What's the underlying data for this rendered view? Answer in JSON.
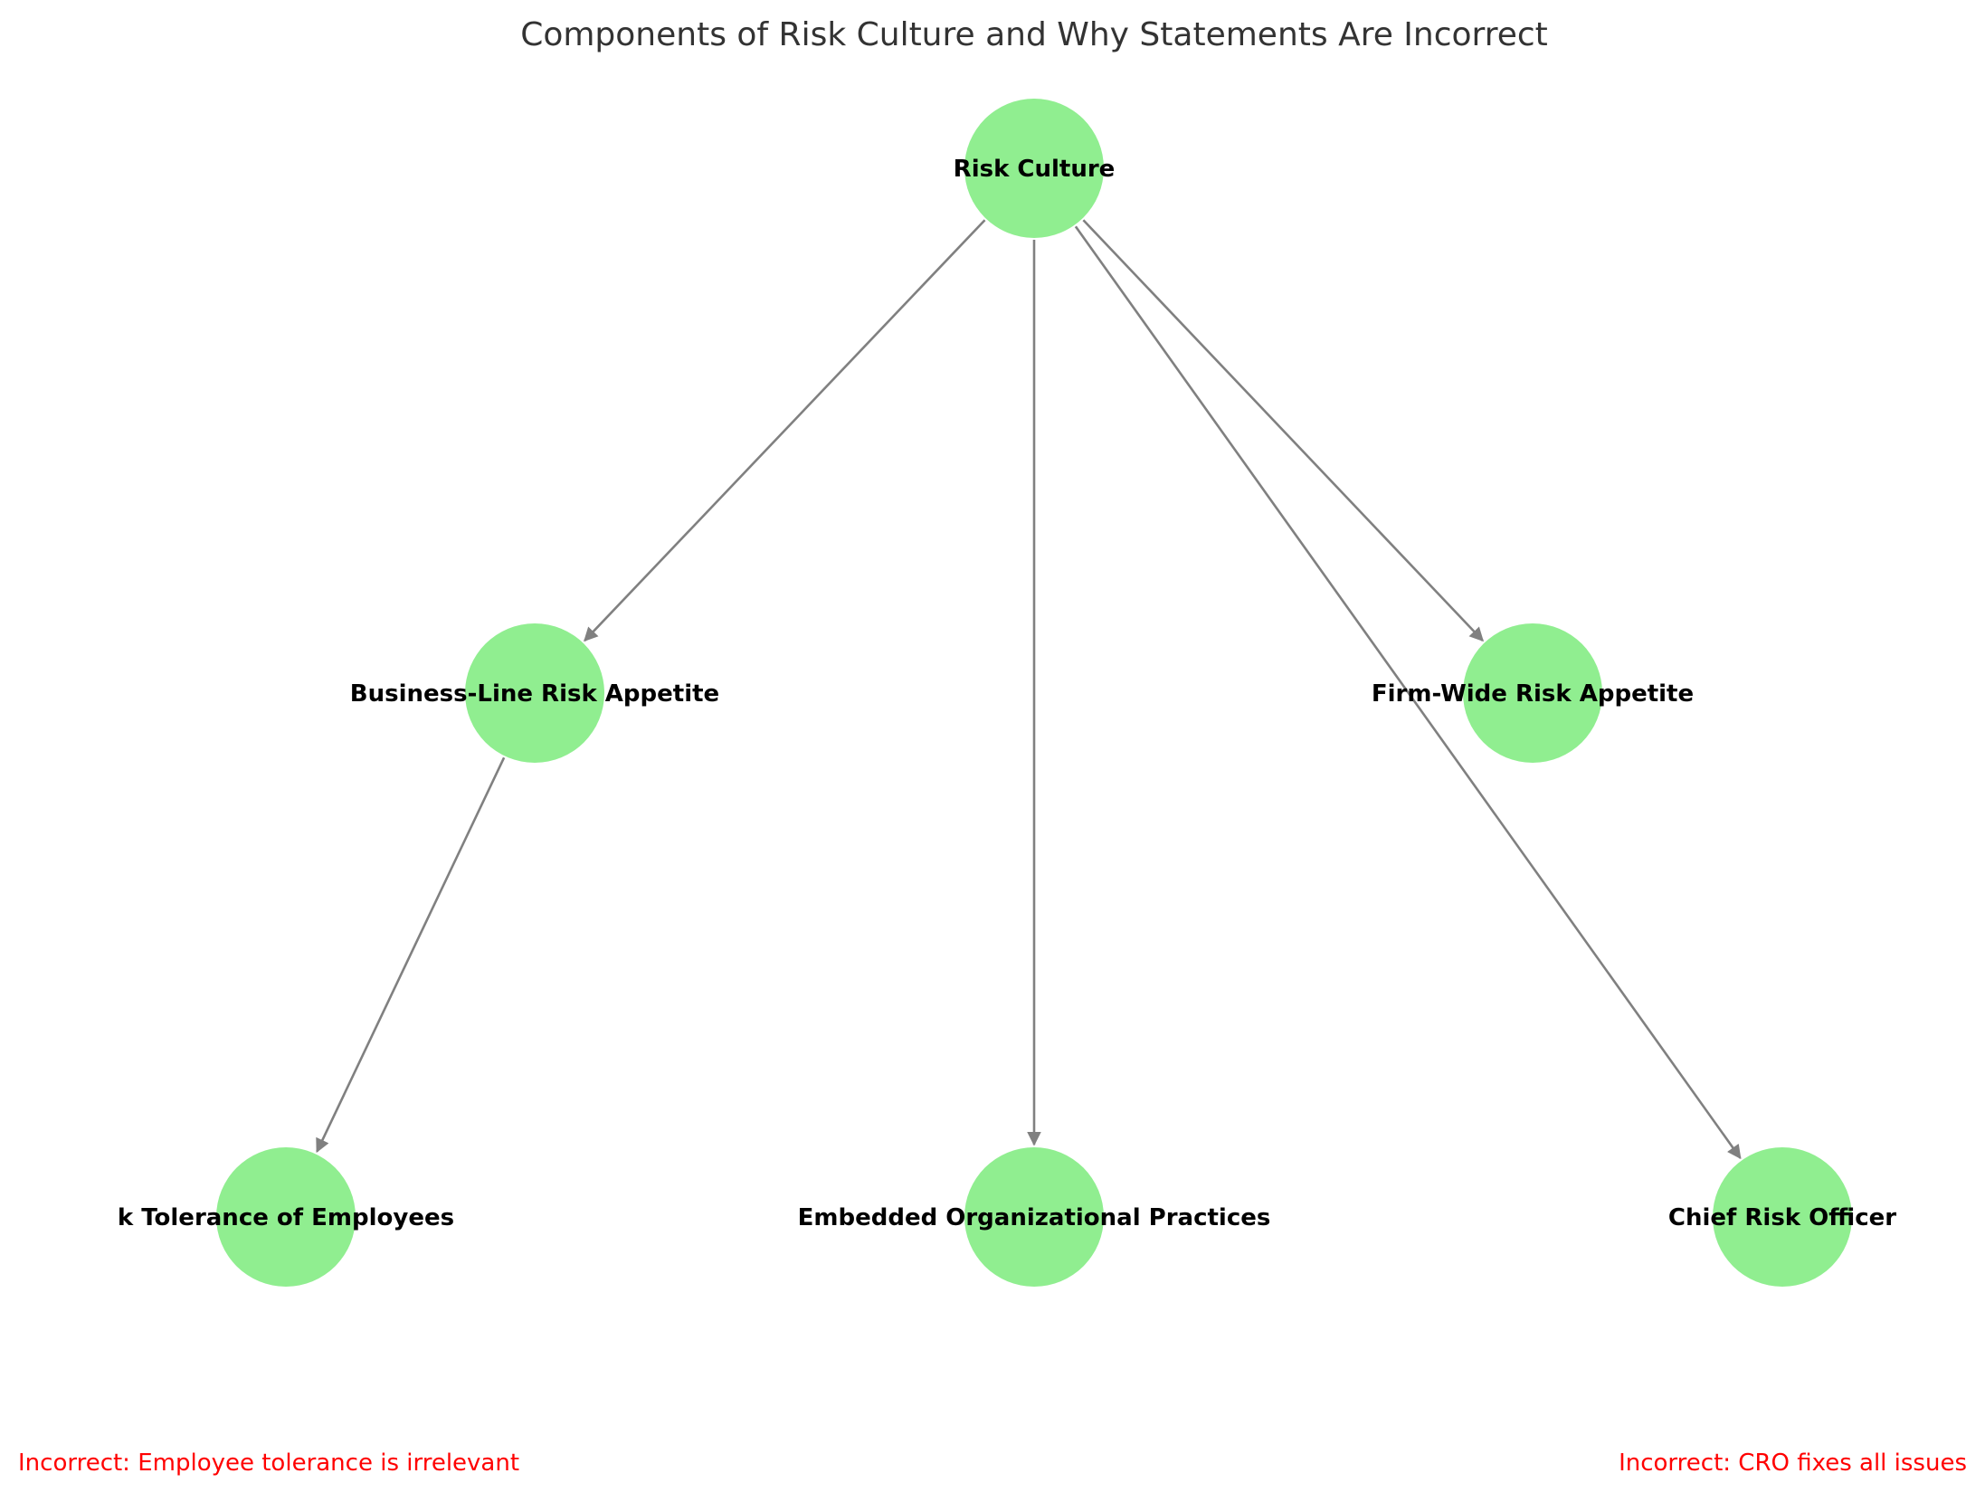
{
  "title": "Components of Risk Culture and Why Statements Are Incorrect",
  "colors": {
    "node_fill": "#90ee90",
    "edge": "#808080",
    "note": "#ff0000",
    "title": "#333333",
    "label": "#000000"
  },
  "nodes": [
    {
      "id": "risk_culture",
      "label": "Risk Culture"
    },
    {
      "id": "business_line",
      "label": "Business-Line Risk Appetite"
    },
    {
      "id": "firm_wide",
      "label": "Firm-Wide Risk Appetite"
    },
    {
      "id": "employee_tolerance",
      "label": "k Tolerance of Employees"
    },
    {
      "id": "embedded_practices",
      "label": "Embedded Organizational Practices"
    },
    {
      "id": "cro",
      "label": "Chief Risk Officer"
    }
  ],
  "edges": [
    {
      "from": "risk_culture",
      "to": "business_line"
    },
    {
      "from": "risk_culture",
      "to": "firm_wide"
    },
    {
      "from": "risk_culture",
      "to": "embedded_practices"
    },
    {
      "from": "risk_culture",
      "to": "cro"
    },
    {
      "from": "business_line",
      "to": "employee_tolerance"
    }
  ],
  "notes": [
    {
      "id": "employee_note",
      "text": "Incorrect: Employee tolerance is irrelevant"
    },
    {
      "id": "cro_note",
      "text": "Incorrect: CRO fixes all issues"
    }
  ]
}
